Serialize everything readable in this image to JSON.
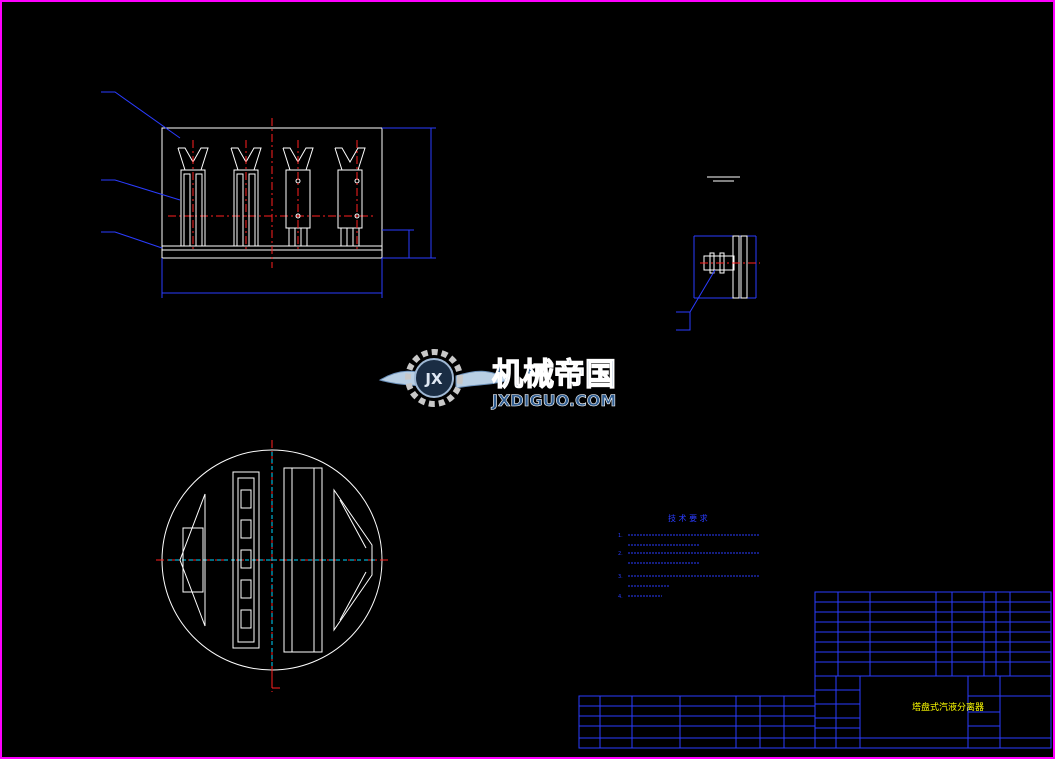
{
  "colors": {
    "background": "#000000",
    "frame": "#ff00ff",
    "outline": "#ffffff",
    "centerline": "#ff2020",
    "dimension": "#2a3cff",
    "hidden": "#00d8ff",
    "logo_text": "#2f5c8f"
  },
  "watermark": {
    "emblem_text": "JX",
    "title": "机械帝国",
    "url": "JXDIGUO.COM"
  },
  "notes": {
    "title": "技 术 要 求",
    "items": [
      "1.",
      "2.",
      "3.",
      "4."
    ]
  },
  "title_block": {
    "drawing_title": "塔盘式汽液分离器"
  }
}
